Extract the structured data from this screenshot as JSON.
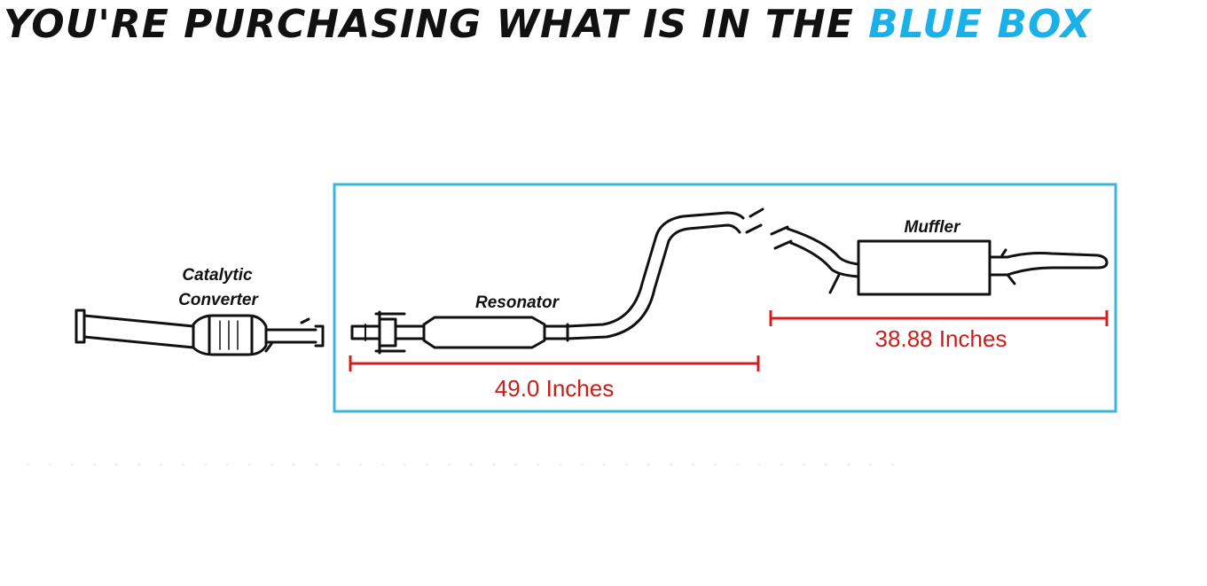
{
  "headline": {
    "prefix": "YOU'RE PURCHASING WHAT IS IN THE",
    "highlight": "BLUE BOX"
  },
  "parts": {
    "catalytic_converter_line1": "Catalytic",
    "catalytic_converter_line2": "Converter",
    "resonator": "Resonator",
    "muffler": "Muffler"
  },
  "measurements": {
    "resonator_section": "49.0 Inches",
    "muffler_section": "38.88 Inches"
  },
  "colors": {
    "highlight_blue": "#1ab0e8",
    "box_outline": "#3bb4de",
    "measurement_red": "#d11f1f",
    "line_black": "#111111"
  }
}
